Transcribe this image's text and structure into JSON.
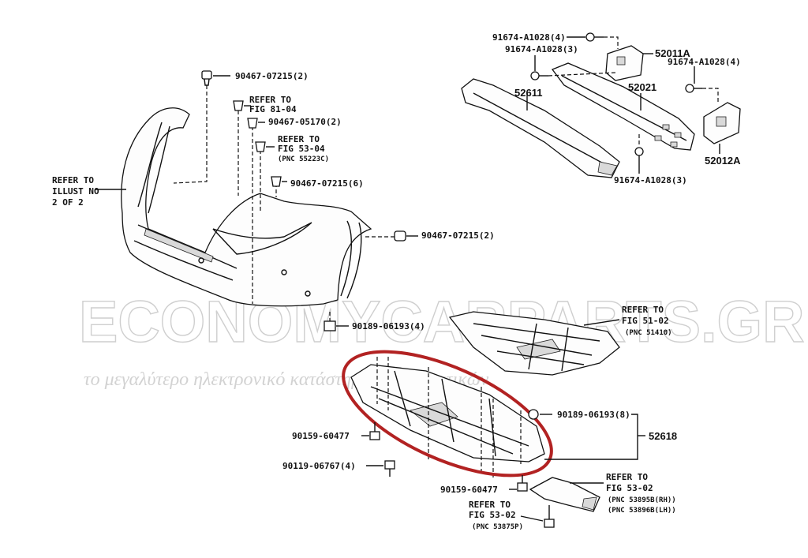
{
  "labels": {
    "bolt_9146_72152_top": "90467-07215(2)",
    "refer_81_line1": "REFER TO",
    "refer_81_line2": "FIG 81-04",
    "clip_90467_05170": "90467-05170(2)",
    "refer_5304_line1": "REFER TO",
    "refer_5304_line2": "FIG 53-04",
    "refer_5304_line3": "(PNC 55223C)",
    "clip_90467_07215_6": "90467-07215(6)",
    "refer_illust_line1": "REFER TO",
    "refer_illust_line2": "ILLUST NO",
    "refer_illust_line3": "2 OF 2",
    "clip_90467_07215_mid": "90467-07215(2)",
    "nut_90189_4": "90189-06193(4)",
    "refer_5102_line1": "REFER TO",
    "refer_5102_line2": "FIG 51-02",
    "refer_5102_line3": "(PNC 51410)",
    "nut_90189_8": "90189-06193(8)",
    "part_52618": "52618",
    "bolt_90159_left": "90159-60477",
    "bolt_90119": "90119-06767(4)",
    "bolt_90159_bottom": "90159-60477",
    "refer_5302a_line1": "REFER TO",
    "refer_5302a_line2": "FIG 53-02",
    "refer_5302a_line3": "(PNC 53895B(RH))",
    "refer_5302a_line4": "(PNC 53896B(LH))",
    "refer_5302b_line1": "REFER TO",
    "refer_5302b_line2": "FIG 53-02",
    "refer_5302b_line3": "(PNC 53875P)",
    "bolt_91674_top": "91674-A1028(4)",
    "bolt_91674_3a": "91674-A1028(3)",
    "part_52011A": "52011A",
    "bolt_91674_right": "91674-A1028(4)",
    "part_52611": "52611",
    "part_52021": "52021",
    "part_52012A": "52012A",
    "bolt_91674_3b": "91674-A1028(3)"
  },
  "watermark": {
    "main": "ECONOMYCARPARTS.GR",
    "sub": "το μεγαλύτερο ηλεκτρονικό κατάστημα ανταλλακτικών"
  },
  "colors": {
    "highlight_ellipse": "#b22222",
    "line": "#111111",
    "watermark": "#cfcfcf"
  },
  "icons": [
    "bolt-icon",
    "clip-icon",
    "nut-icon"
  ]
}
